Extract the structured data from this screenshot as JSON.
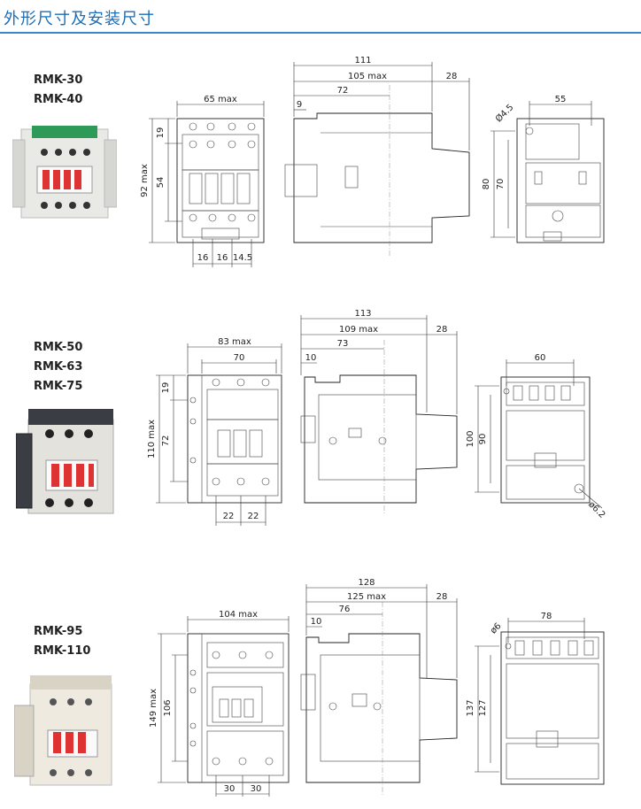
{
  "header": {
    "title": "外形尺寸及安装尺寸"
  },
  "sections": [
    {
      "models": [
        "RMK-30",
        "RMK-40"
      ],
      "front": {
        "width": "65 max",
        "top": "19",
        "height": "92 max",
        "mid": "54",
        "spacings": [
          "16",
          "16",
          "14.5"
        ]
      },
      "side": {
        "total": "111",
        "depth": "105 max",
        "mount": "72",
        "offset": "9",
        "extra": "28"
      },
      "back": {
        "width": "55",
        "hole": "Ø4.5",
        "h1": "80",
        "h2": "70"
      }
    },
    {
      "models": [
        "RMK-50",
        "RMK-63",
        "RMK-75"
      ],
      "front": {
        "width": "83 max",
        "inner": "70",
        "top": "19",
        "height": "110 max",
        "mid": "72",
        "spacings": [
          "22",
          "22"
        ]
      },
      "side": {
        "total": "113",
        "depth": "109 max",
        "mount": "73",
        "offset": "10",
        "extra": "28"
      },
      "back": {
        "width": "60",
        "hole": "ø6.2",
        "h1": "100",
        "h2": "90"
      }
    },
    {
      "models": [
        "RMK-95",
        "RMK-110"
      ],
      "front": {
        "width": "104 max",
        "height": "149 max",
        "mid": "106",
        "spacings": [
          "30",
          "30"
        ]
      },
      "side": {
        "total": "128",
        "depth": "125 max",
        "mount": "76",
        "offset": "10",
        "extra": "28"
      },
      "back": {
        "width": "78",
        "hole": "ø6",
        "h1": "137",
        "h2": "127"
      }
    }
  ]
}
